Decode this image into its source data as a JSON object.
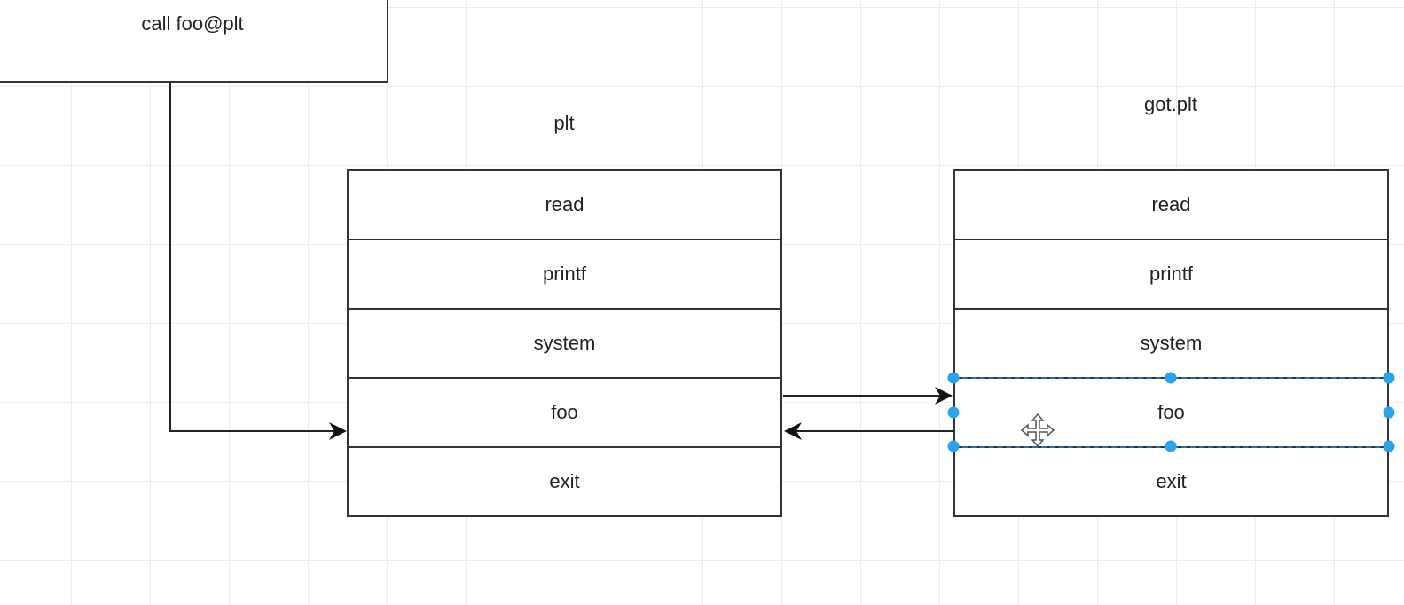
{
  "caller": {
    "text": "call foo@plt"
  },
  "plt": {
    "title": "plt",
    "rows": [
      "read",
      "printf",
      "system",
      "foo",
      "exit"
    ]
  },
  "got": {
    "title": "got.plt",
    "rows": [
      "read",
      "printf",
      "system",
      "foo",
      "exit"
    ],
    "selected_row": "foo"
  },
  "colors": {
    "selection": "#29a3ee",
    "stroke": "#333333"
  }
}
